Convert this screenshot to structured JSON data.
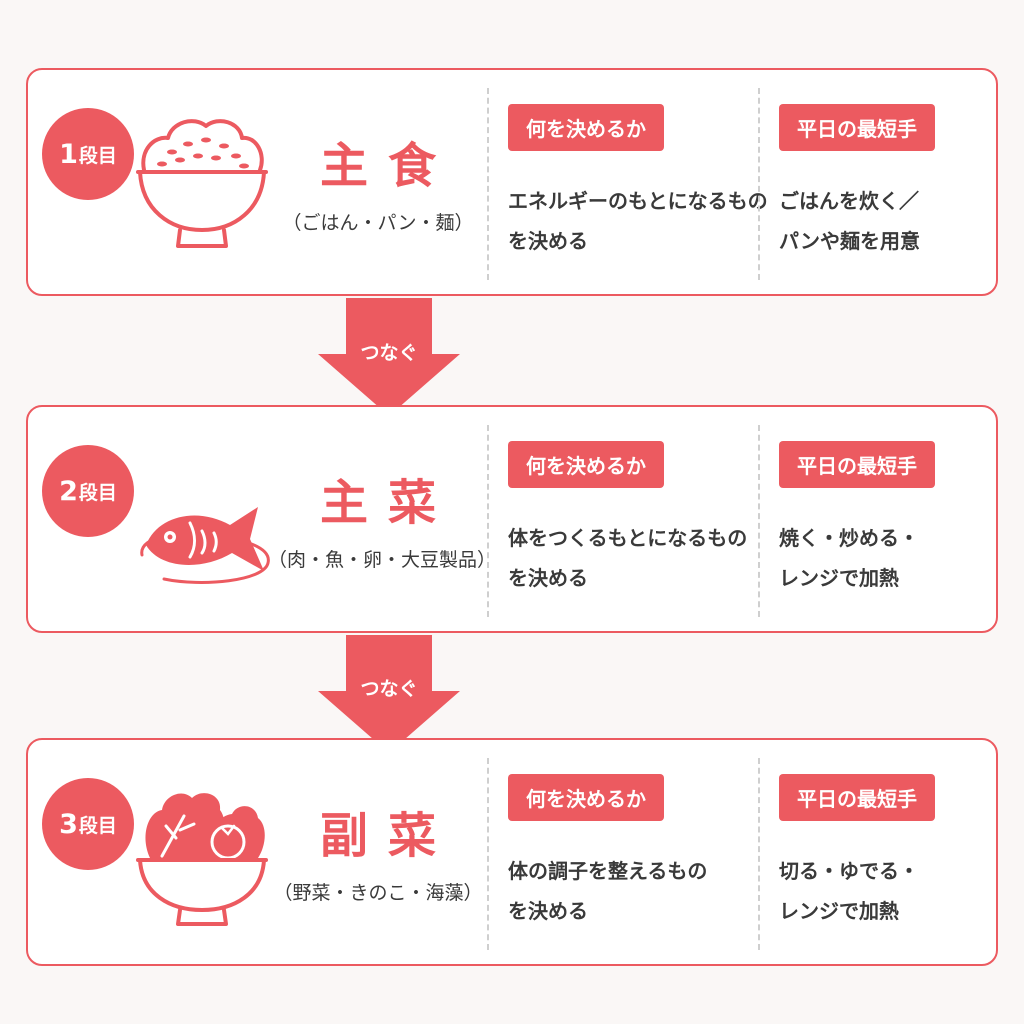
{
  "colors": {
    "accent": "#ec5a60",
    "text": "#3a3a3a",
    "background": "#faf7f6"
  },
  "connector_label": "つなぐ",
  "tiers": [
    {
      "number": "1",
      "unit": "段目",
      "icon": "rice-bowl-icon",
      "title": "主食",
      "subtitle": "（ごはん・パン・麺）",
      "what_label": "何を決めるか",
      "what_text_1": "エネルギーのもとになるもの",
      "what_text_2": "を決める",
      "shortcut_label": "平日の最短手",
      "shortcut_text_1": "ごはんを炊く／",
      "shortcut_text_2": "パンや麺を用意"
    },
    {
      "number": "2",
      "unit": "段目",
      "icon": "fish-icon",
      "title": "主菜",
      "subtitle": "（肉・魚・卵・大豆製品）",
      "what_label": "何を決めるか",
      "what_text_1": "体をつくるもとになるもの",
      "what_text_2": "を決める",
      "shortcut_label": "平日の最短手",
      "shortcut_text_1": "焼く・炒める・",
      "shortcut_text_2": "レンジで加熱"
    },
    {
      "number": "3",
      "unit": "段目",
      "icon": "vegetable-bowl-icon",
      "title": "副菜",
      "subtitle": "（野菜・きのこ・海藻）",
      "what_label": "何を決めるか",
      "what_text_1": "体の調子を整えるもの",
      "what_text_2": "を決める",
      "shortcut_label": "平日の最短手",
      "shortcut_text_1": "切る・ゆでる・",
      "shortcut_text_2": "レンジで加熱"
    }
  ]
}
